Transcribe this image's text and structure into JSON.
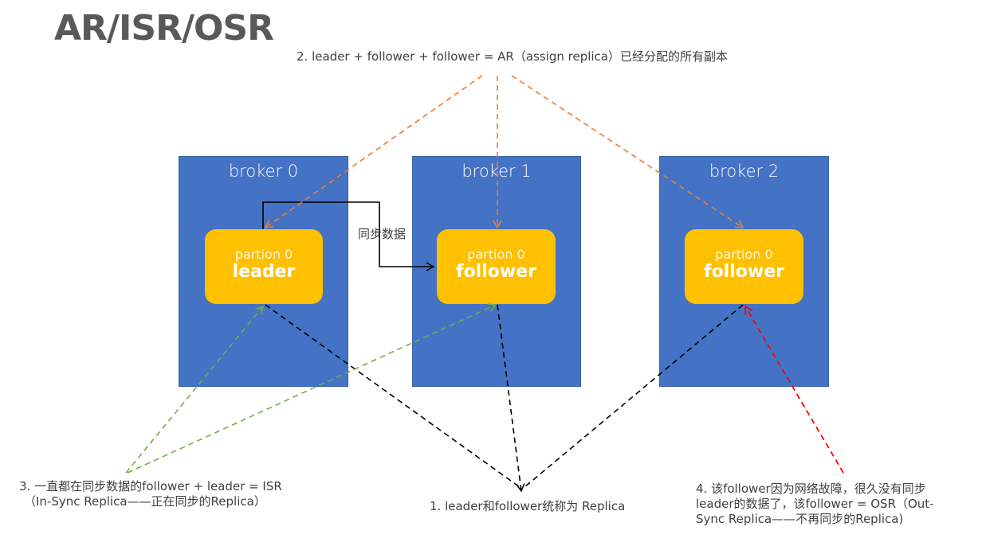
{
  "title": "AR/ISR/OSR",
  "brokers": [
    {
      "label": "broker 0",
      "partition": {
        "name": "partion 0",
        "role": "leader"
      }
    },
    {
      "label": "broker 1",
      "partition": {
        "name": "partion 0",
        "role": "follower"
      }
    },
    {
      "label": "broker 2",
      "partition": {
        "name": "partion 0",
        "role": "follower"
      }
    }
  ],
  "sync_label": "同步数据",
  "notes": {
    "ar": "2. leader + follower + follower = AR（assign replica）已经分配的所有副本",
    "replica": "1. leader和follower统称为 Replica",
    "isr_line1": "3. 一直都在同步数据的follower + leader = ISR",
    "isr_line2": "（In-Sync Replica——正在同步的Replica）",
    "osr_line1": "4. 该follower因为网络故障，很久没有同步",
    "osr_line2": "leader的数据了，该follower = OSR（Out-",
    "osr_line3": "Sync Replica——不再同步的Replica)"
  },
  "colors": {
    "broker": "#4472c4",
    "partition": "#ffc000",
    "ar_arrow": "#ed7d31",
    "isr_arrow": "#70ad47",
    "replica_arrow": "#000000",
    "osr_arrow": "#ff0000"
  }
}
